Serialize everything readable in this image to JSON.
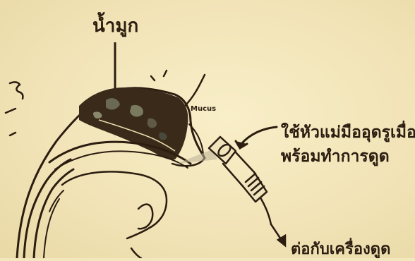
{
  "labels": {
    "mucus_thai": "น้ำมูก",
    "mucus_en": "Mucus",
    "instruction_line1": "ใช้หัวแม่มืออุดรูเมื่อ",
    "instruction_line2": "พร้อมทำการดูด",
    "connect_machine": "ต่อกับเครื่องดูด"
  },
  "colors": {
    "paper": "#f3e7bd",
    "ink": "#2b1d10",
    "shading": "#3a2a1a"
  }
}
